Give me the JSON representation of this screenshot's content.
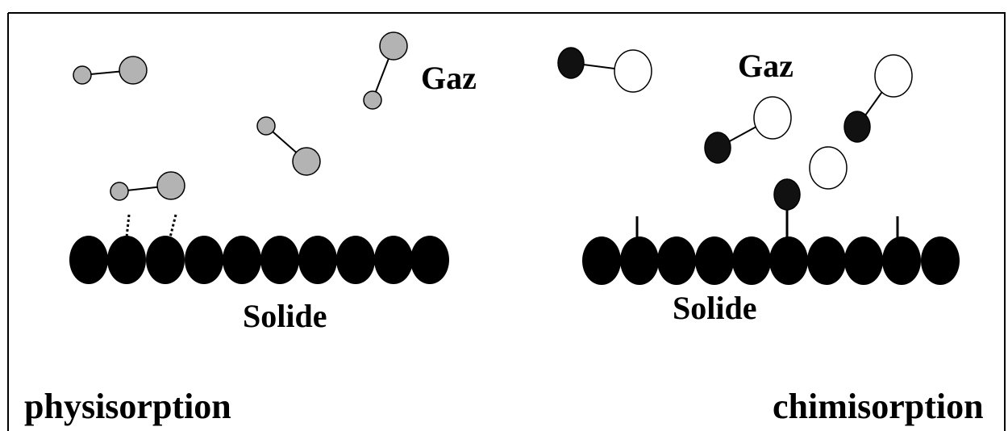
{
  "labels": {
    "gas_left": "Gaz",
    "gas_right": "Gaz",
    "solid_left": "Solide",
    "solid_right": "Solide",
    "mode_left": "physisorption",
    "mode_right": "chimisorption"
  },
  "colors": {
    "physisorbed_molecule": "#b3b3b3",
    "chemisorbed_atom_dark": "#111111",
    "chemisorbed_atom_light": "#ffffff",
    "solid_atom": "#000000",
    "frame": "#000000"
  }
}
